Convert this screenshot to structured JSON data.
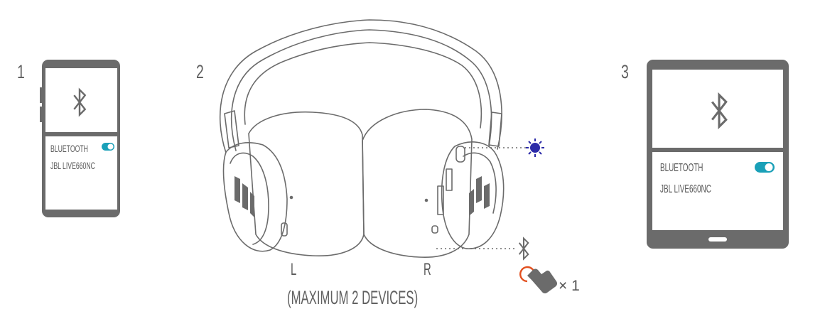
{
  "steps": [
    "1",
    "2",
    "3"
  ],
  "phone": {
    "setting_label": "BLUETOOTH",
    "device_name": "JBL LIVE660NC"
  },
  "tablet": {
    "setting_label": "BLUETOOTH",
    "device_name": "JBL LIVE660NC"
  },
  "headphones": {
    "left_label": "L",
    "right_label": "R"
  },
  "press_count": "× 1",
  "note": "(MAXIMUM 2 DEVICES)",
  "colors": {
    "line": "#6b6b6b",
    "toggle": "#1aa0b8",
    "led": "#2b2aa8",
    "press": "#e2501f"
  },
  "icons": [
    "bluetooth-icon",
    "led-flash-icon",
    "hand-press-icon"
  ]
}
